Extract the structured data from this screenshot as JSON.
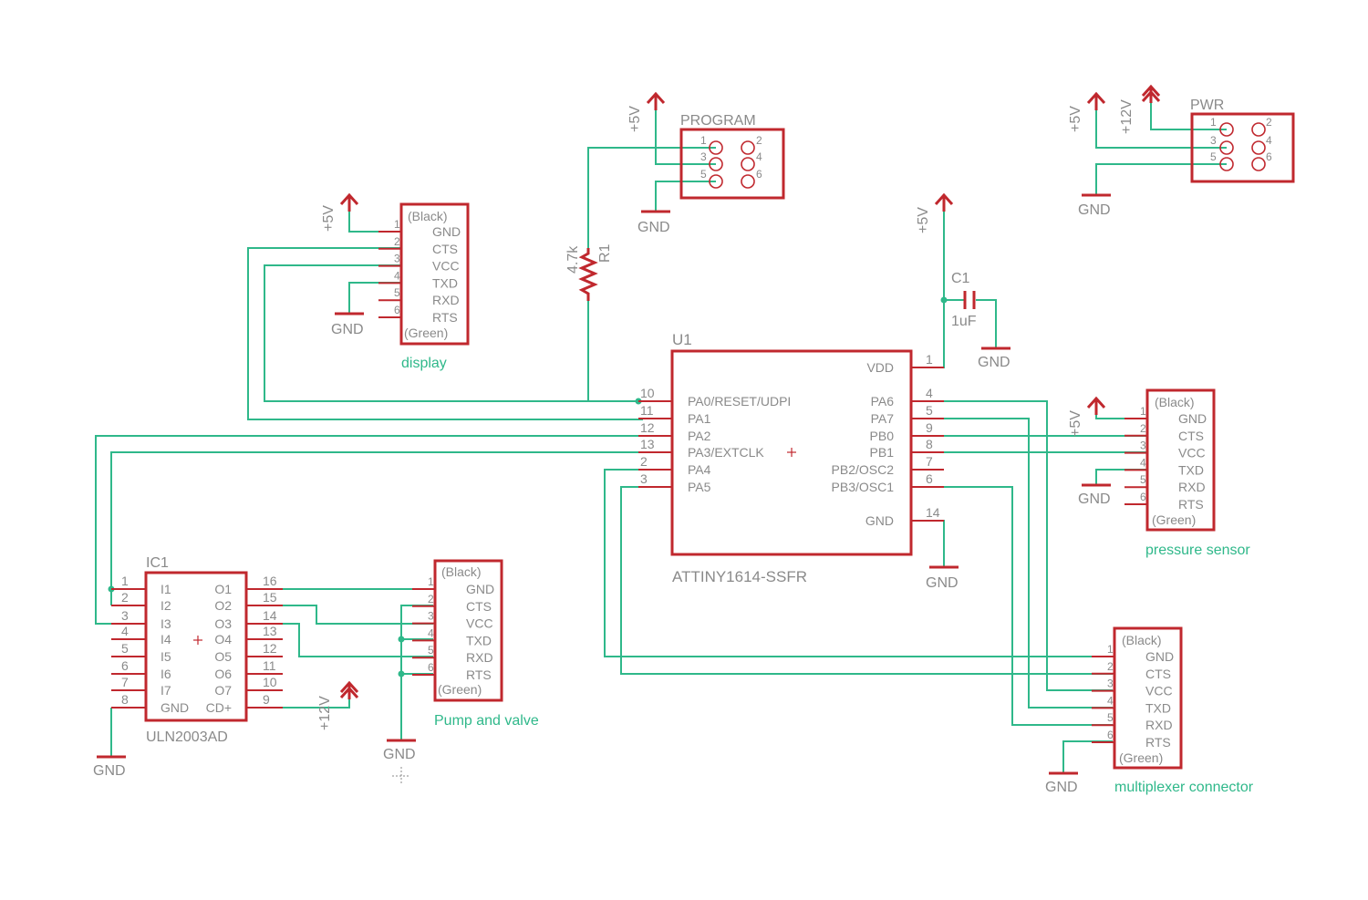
{
  "connectors": {
    "display": {
      "top": "(Black)",
      "bottom": "(Green)",
      "pins": [
        "GND",
        "CTS",
        "VCC",
        "TXD",
        "RXD",
        "RTS"
      ],
      "nums": [
        "1",
        "2",
        "3",
        "4",
        "5",
        "6"
      ],
      "label": "display"
    },
    "pressure": {
      "top": "(Black)",
      "bottom": "(Green)",
      "pins": [
        "GND",
        "CTS",
        "VCC",
        "TXD",
        "RXD",
        "RTS"
      ],
      "nums": [
        "1",
        "2",
        "3",
        "4",
        "5",
        "6"
      ],
      "label": "pressure sensor"
    },
    "pump": {
      "top": "(Black)",
      "bottom": "(Green)",
      "pins": [
        "GND",
        "CTS",
        "VCC",
        "TXD",
        "RXD",
        "RTS"
      ],
      "nums": [
        "1",
        "2",
        "3",
        "4",
        "5",
        "6"
      ],
      "label": "Pump and valve"
    },
    "mux": {
      "top": "(Black)",
      "bottom": "(Green)",
      "pins": [
        "GND",
        "CTS",
        "VCC",
        "TXD",
        "RXD",
        "RTS"
      ],
      "nums": [
        "1",
        "2",
        "3",
        "4",
        "5",
        "6"
      ],
      "label": "multiplexer connector"
    }
  },
  "program": {
    "name": "PROGRAM",
    "nums": [
      "1",
      "2",
      "3",
      "4",
      "5",
      "6"
    ]
  },
  "pwr": {
    "name": "PWR",
    "nums": [
      "1",
      "2",
      "3",
      "4",
      "5",
      "6"
    ]
  },
  "u1": {
    "name": "U1",
    "value": "ATTINY1614-SSFR",
    "left_pins": [
      "PA0/RESET/UDPI",
      "PA1",
      "PA2",
      "PA3/EXTCLK",
      "PA4",
      "PA5"
    ],
    "left_nums": [
      "10",
      "11",
      "12",
      "13",
      "2",
      "3"
    ],
    "right_pins": [
      "VDD",
      "PA6",
      "PA7",
      "PB0",
      "PB1",
      "PB2/OSC2",
      "PB3/OSC1",
      "GND"
    ],
    "right_nums": [
      "1",
      "4",
      "5",
      "9",
      "8",
      "7",
      "6",
      "14"
    ]
  },
  "ic1": {
    "name": "IC1",
    "value": "ULN2003AD",
    "left_pins": [
      "I1",
      "I2",
      "I3",
      "I4",
      "I5",
      "I6",
      "I7",
      "GND"
    ],
    "left_nums": [
      "1",
      "2",
      "3",
      "4",
      "5",
      "6",
      "7",
      "8"
    ],
    "right_pins": [
      "O1",
      "O2",
      "O3",
      "O4",
      "O5",
      "O6",
      "O7",
      "CD+"
    ],
    "right_nums": [
      "16",
      "15",
      "14",
      "13",
      "12",
      "11",
      "10",
      "9"
    ]
  },
  "r1": {
    "name": "R1",
    "value": "4.7k"
  },
  "c1": {
    "name": "C1",
    "value": "1uF"
  },
  "power": {
    "v5": "+5V",
    "v12": "+12V",
    "gnd": "GND"
  },
  "colors": {
    "wire": "#2fb88a",
    "part": "#c0282e",
    "text": "#8a8a8a"
  }
}
